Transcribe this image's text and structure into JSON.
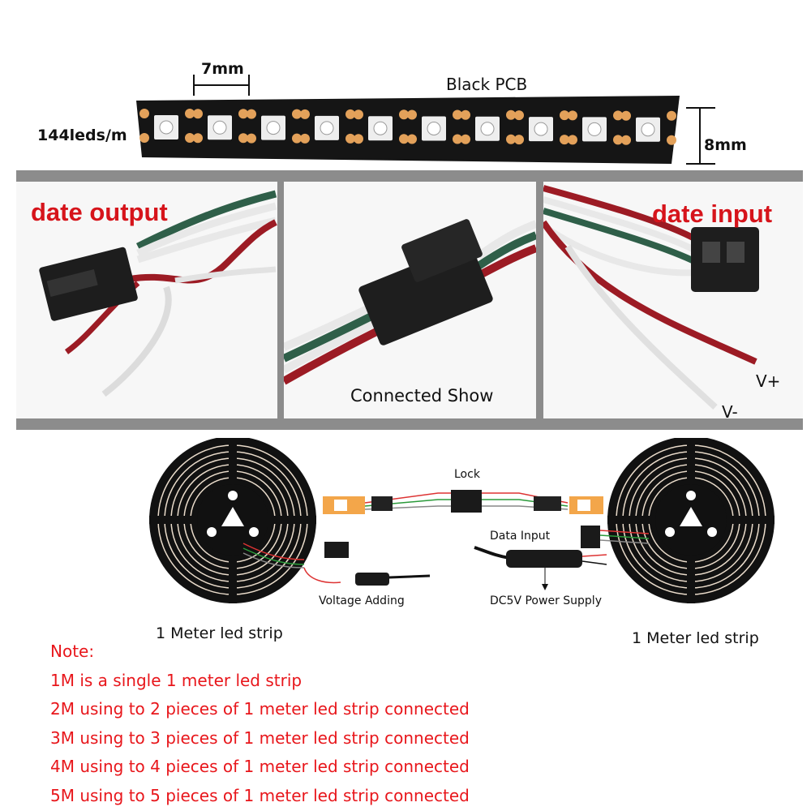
{
  "strip": {
    "dim_pitch": "7mm",
    "pcb_label": "Black PCB",
    "density_label": "144leds/m",
    "dim_width": "8mm",
    "colors": {
      "pcb": "#151515",
      "pad": "#e3a15a",
      "led": "#eeeeee"
    }
  },
  "photos": {
    "left_title": "date output",
    "center_caption": "Connected Show",
    "right_title": "date input",
    "v_plus": "V+",
    "v_minus": "V-",
    "colors": {
      "title": "#d6141b",
      "panel": "#8c8c8c",
      "wire_red": "#9c1b24",
      "wire_green": "#2f5f49",
      "wire_white": "#e6e6e6"
    }
  },
  "diagram": {
    "lock_label": "Lock",
    "data_input_label": "Data Input",
    "voltage_label": "Voltage Adding",
    "power_label": "DC5V Power Supply",
    "left_reel_label": "1 Meter led strip",
    "right_reel_label": "1 Meter led strip"
  },
  "notes": {
    "heading": "Note:",
    "lines": [
      "1M is a single 1 meter led strip",
      "2M using to 2 pieces of 1 meter led strip connected",
      "3M using to 3 pieces of 1 meter led strip connected",
      "4M using to 4 pieces of 1 meter led strip connected",
      "5M using to 5 pieces of 1 meter led strip connected"
    ],
    "color": "#e8161b"
  }
}
